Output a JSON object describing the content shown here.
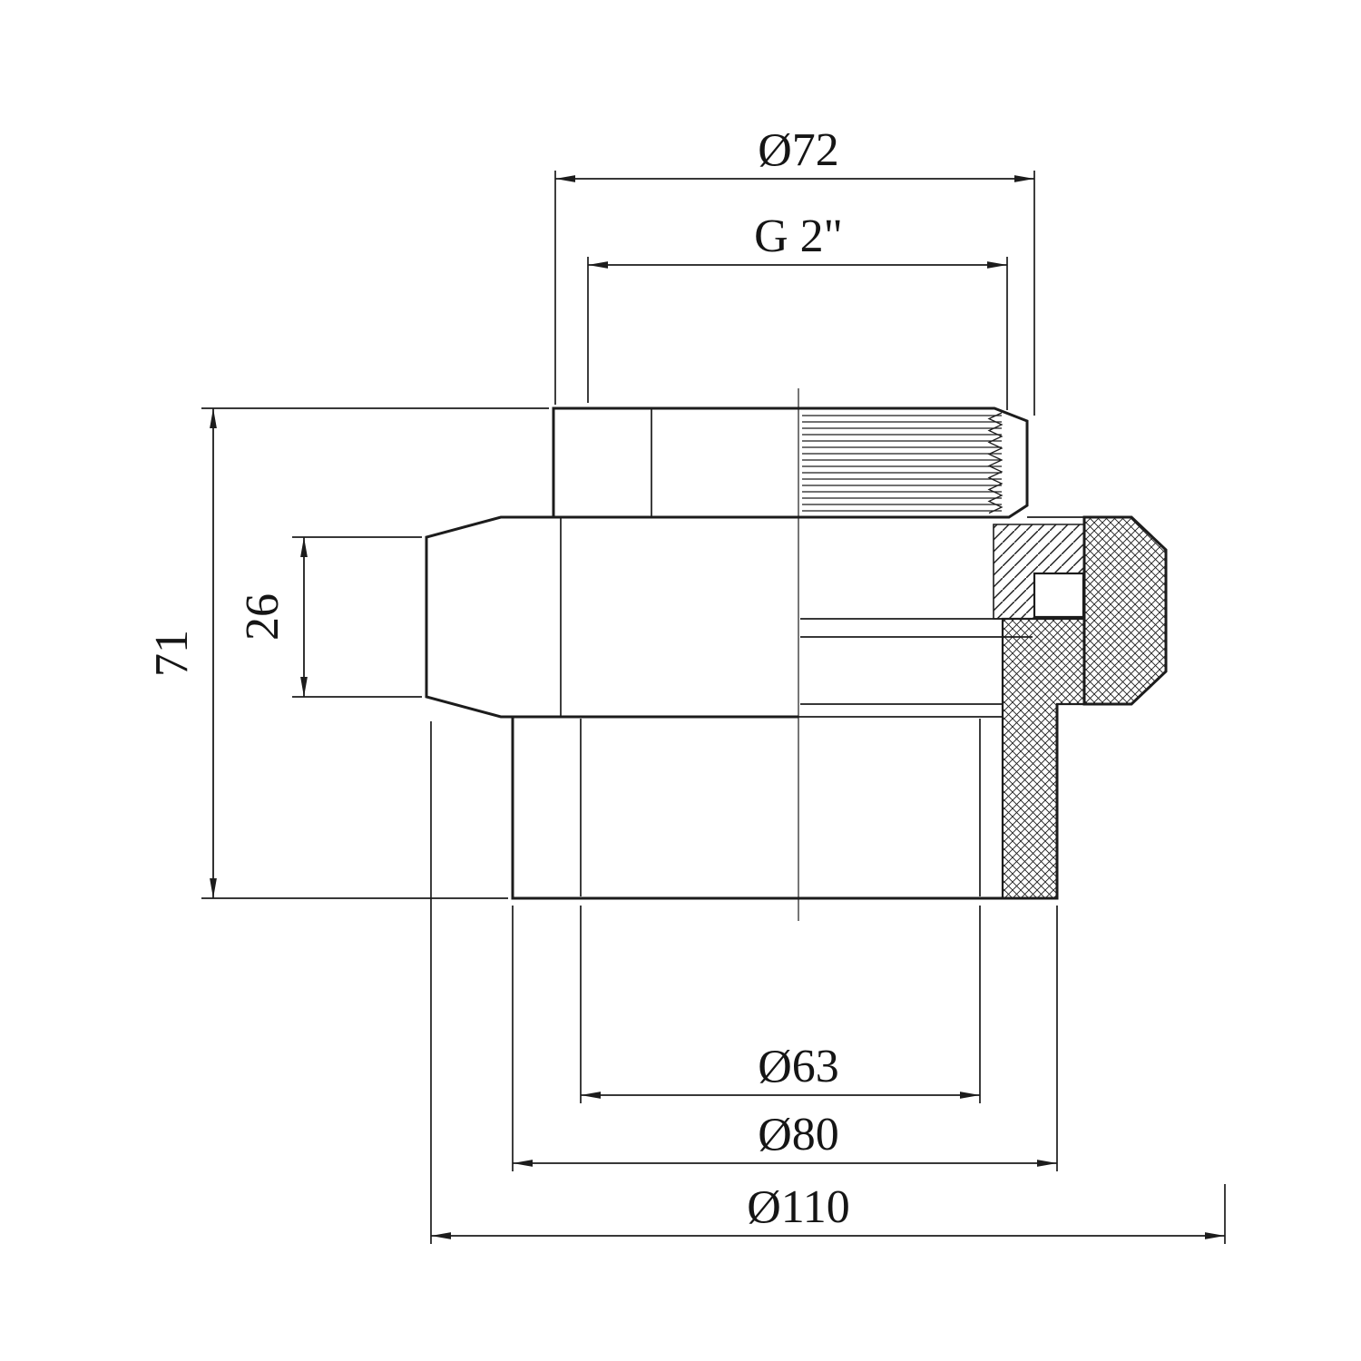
{
  "figure": {
    "dimensions": {
      "d72": "Ø72",
      "g2": "G 2\"",
      "h71": "71",
      "h26": "26",
      "d63": "Ø63",
      "d80": "Ø80",
      "d110": "Ø110"
    },
    "colors": {
      "line": "#1c1c1c",
      "background": "#ffffff"
    }
  }
}
